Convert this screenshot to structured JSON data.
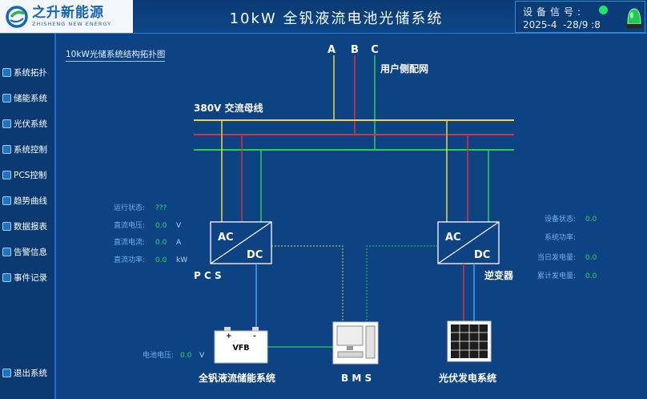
{
  "header": {
    "logo_cn": "之升新能源",
    "logo_en": "ZHISHENG NEW ENERGY",
    "title": "10kW 全钒液流电池光储系统",
    "status_label": "设备信号:",
    "datetime": "2025-4  -28/9 :8"
  },
  "sidebar": {
    "items": [
      {
        "label": "系统拓扑",
        "icon": "topology-icon"
      },
      {
        "label": "储能系统",
        "icon": "storage-icon"
      },
      {
        "label": "光伏系统",
        "icon": "solar-icon"
      },
      {
        "label": "系统控制",
        "icon": "control-icon"
      },
      {
        "label": "PCS控制",
        "icon": "pcs-icon"
      },
      {
        "label": "趋势曲线",
        "icon": "trend-icon"
      },
      {
        "label": "数据报表",
        "icon": "report-icon"
      },
      {
        "label": "告警信息",
        "icon": "alarm-icon"
      },
      {
        "label": "事件记录",
        "icon": "event-icon"
      }
    ],
    "exit_label": "退出系统"
  },
  "diagram": {
    "title": "10kW光储系统结构拓扑图",
    "phase_a": "A",
    "phase_b": "B",
    "phase_c": "C",
    "grid_label": "用户侧配网",
    "bus_label": "380V 交流母线",
    "pcs": {
      "ac": "AC",
      "dc": "DC",
      "name": "P C S",
      "run_state_label": "运行状态:",
      "run_state_value": "???",
      "dc_voltage_label": "直流电压:",
      "dc_voltage_value": "0.0",
      "dc_voltage_unit": "V",
      "dc_current_label": "直流电流:",
      "dc_current_value": "0.0",
      "dc_current_unit": "A",
      "dc_power_label": "直流功率:",
      "dc_power_value": "0.0",
      "dc_power_unit": "kW"
    },
    "inverter": {
      "ac": "AC",
      "dc": "DC",
      "name": "逆变器",
      "state_label": "设备状态:",
      "state_value": "0.0",
      "power_label": "系统功率:",
      "power_value": "",
      "day_energy_label": "当日发电量:",
      "day_energy_value": "0.0",
      "total_energy_label": "累计发电量:",
      "total_energy_value": "0.0"
    },
    "battery": {
      "plus": "+",
      "minus": "-",
      "tag": "VFB",
      "name": "全钒液流储能系统",
      "voltage_label": "电池电压:",
      "voltage_value": "0.0",
      "voltage_unit": "V"
    },
    "bms_name": "B M S",
    "pv_name": "光伏发电系统"
  },
  "colors": {
    "phase_a": "#e6d84a",
    "phase_b": "#d9303a",
    "phase_c": "#2ecc55",
    "dc_line": "#4aa0e8",
    "led": "#22e36b"
  }
}
